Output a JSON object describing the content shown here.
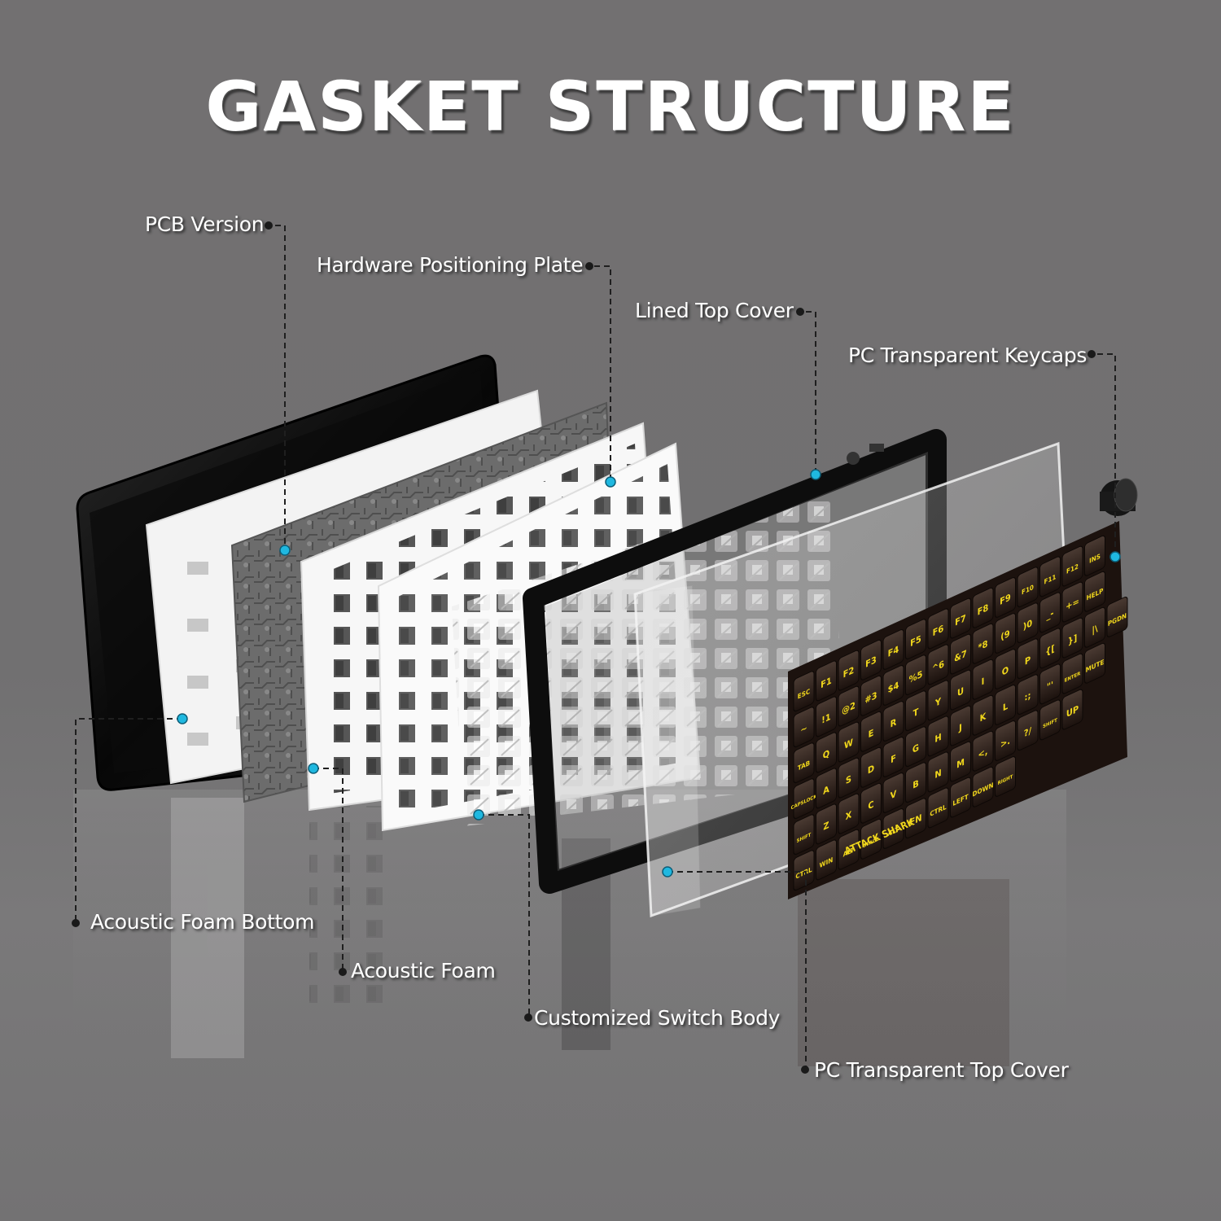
{
  "title": "GASKET STRUCTURE",
  "colors": {
    "background": "#717071",
    "label_text": "#ffffff",
    "leader_line": "#1f1f1f",
    "anchor_dot": "#1fb8e0",
    "label_dot": "#1a1a1a",
    "keycap_body": "#2b1d17",
    "keycap_legend": "#f2d81c"
  },
  "callouts": [
    {
      "id": "pcb-version",
      "label": "PCB Version"
    },
    {
      "id": "hardware-positioning-plate",
      "label": "Hardware Positioning Plate"
    },
    {
      "id": "lined-top-cover",
      "label": "Lined Top Cover"
    },
    {
      "id": "pc-transparent-keycaps",
      "label": "PC Transparent Keycaps"
    },
    {
      "id": "acoustic-foam-bottom",
      "label": "Acoustic Foam Bottom"
    },
    {
      "id": "acoustic-foam",
      "label": "Acoustic Foam"
    },
    {
      "id": "customized-switch-body",
      "label": "Customized Switch Body"
    },
    {
      "id": "pc-transparent-top-cover",
      "label": "PC Transparent Top Cover"
    }
  ],
  "layers_back_to_front": [
    "Bottom case (black)",
    "Acoustic Foam Bottom",
    "PCB Version",
    "Acoustic Foam",
    "Hardware Positioning Plate",
    "Customized Switch Body",
    "Lined Top Cover",
    "PC Transparent Top Cover",
    "PC Transparent Keycaps",
    "Knob"
  ],
  "keycaps": {
    "rows": [
      [
        "ESC",
        "F1",
        "F2",
        "F3",
        "F4",
        "F5",
        "F6",
        "F7",
        "F8",
        "F9",
        "F10",
        "F11",
        "F12",
        "INS"
      ],
      [
        "~",
        "!1",
        "@2",
        "#3",
        "$4",
        "%5",
        "^6",
        "&7",
        "*8",
        "(9",
        ")0",
        "_-",
        "+=",
        "HELP"
      ],
      [
        "TAB",
        "Q",
        "W",
        "E",
        "R",
        "T",
        "Y",
        "U",
        "I",
        "O",
        "P",
        "{[",
        "}]",
        "|\\",
        "PGDN"
      ],
      [
        "CAPSLOCK",
        "A",
        "S",
        "D",
        "F",
        "G",
        "H",
        "J",
        "K",
        "L",
        ":;",
        "\"'",
        "ENTER",
        "MUTE"
      ],
      [
        "SHIFT",
        "Z",
        "X",
        "C",
        "V",
        "B",
        "N",
        "M",
        "<,",
        ">.",
        "?/",
        "SHIFT",
        "UP"
      ],
      [
        "CTRL",
        "WIN",
        "ALT",
        "SPACE",
        "ALT",
        "FN",
        "CTRL",
        "LEFT",
        "DOWN",
        "RIGHT"
      ]
    ],
    "spacebar_logo": "ATTACK SHARK"
  }
}
